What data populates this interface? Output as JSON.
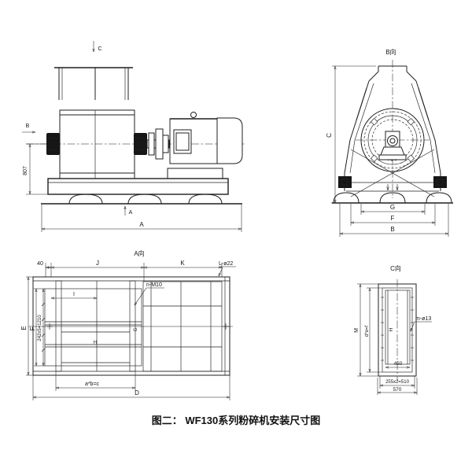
{
  "caption": "图二： WF130系列粉碎机安装尺寸图",
  "colors": {
    "line": "#1f1f1f",
    "background": "#ffffff"
  },
  "side_view": {
    "view_marker_c": "C",
    "view_marker_b": "B",
    "dim_height_807": "807",
    "view_marker_a": "A",
    "dim_length_a": "A"
  },
  "front_view": {
    "title": "B向",
    "dim_height_c": "C",
    "dim_span_g": "G",
    "dim_span_f": "F",
    "dim_span_b": "B"
  },
  "plan_view": {
    "title": "A向",
    "dim_40": "40",
    "dim_j": "J",
    "dim_k": "K",
    "holes_label": "L-ø22",
    "thread_label": "n-M10",
    "dim_e": "E",
    "dim_f": "F",
    "dim_pitch": "242x5=1210",
    "dim_i": "I",
    "dim_g": "G",
    "dim_h": "H",
    "dim_bolt_group": "a*b=c",
    "dim_d": "D"
  },
  "c_view": {
    "title": "C向",
    "dim_m": "M",
    "dim_def": "d*e=f",
    "dim_h": "H",
    "holes_label": "m-ø13",
    "dim_450": "450",
    "dim_pitch": "255x2=510",
    "dim_570": "570"
  }
}
